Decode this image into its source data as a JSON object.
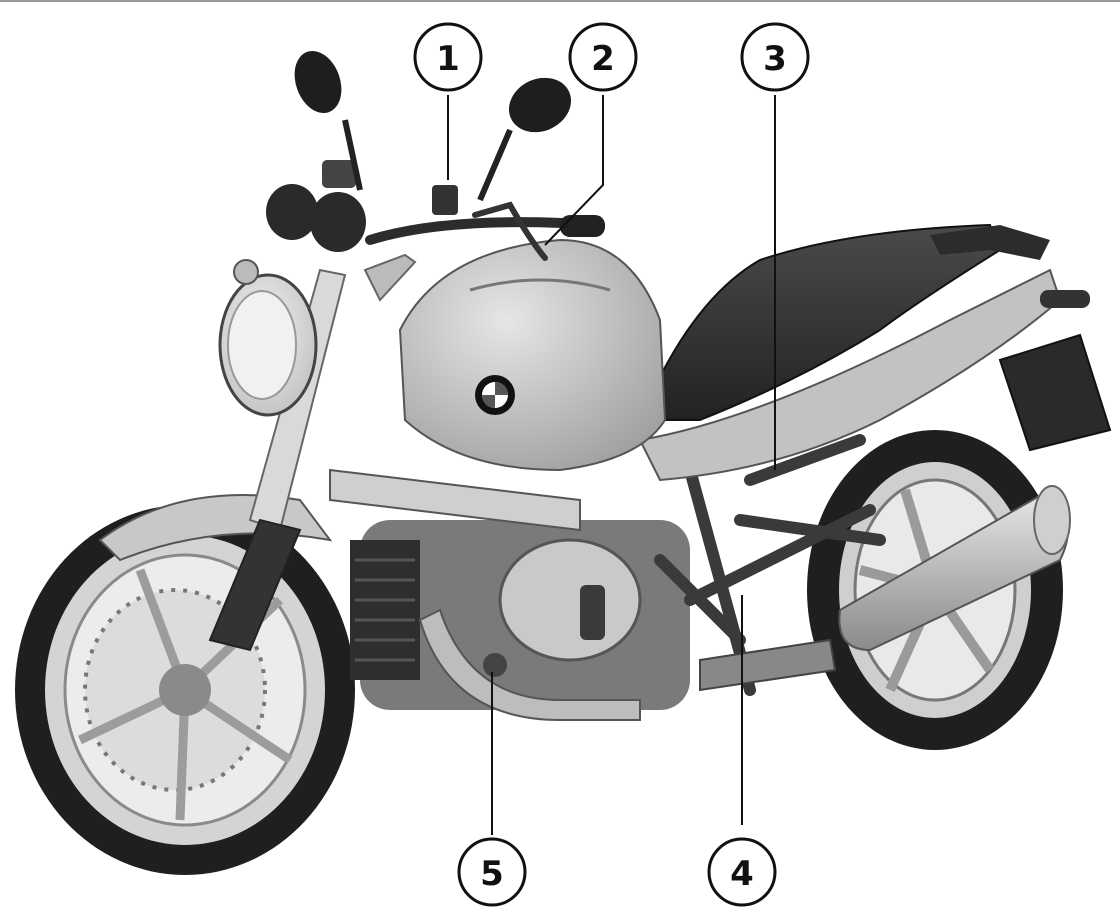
{
  "callouts": [
    {
      "id": "1",
      "label": "1"
    },
    {
      "id": "2",
      "label": "2"
    },
    {
      "id": "3",
      "label": "3"
    },
    {
      "id": "4",
      "label": "4"
    },
    {
      "id": "5",
      "label": "5"
    }
  ],
  "brand": {
    "logo_icon": "bmw-roundel-icon"
  },
  "colors": {
    "line": "#111111",
    "body_light": "#d6d6d6",
    "body_dark": "#3a3a3a",
    "tire": "#1e1e1e"
  }
}
